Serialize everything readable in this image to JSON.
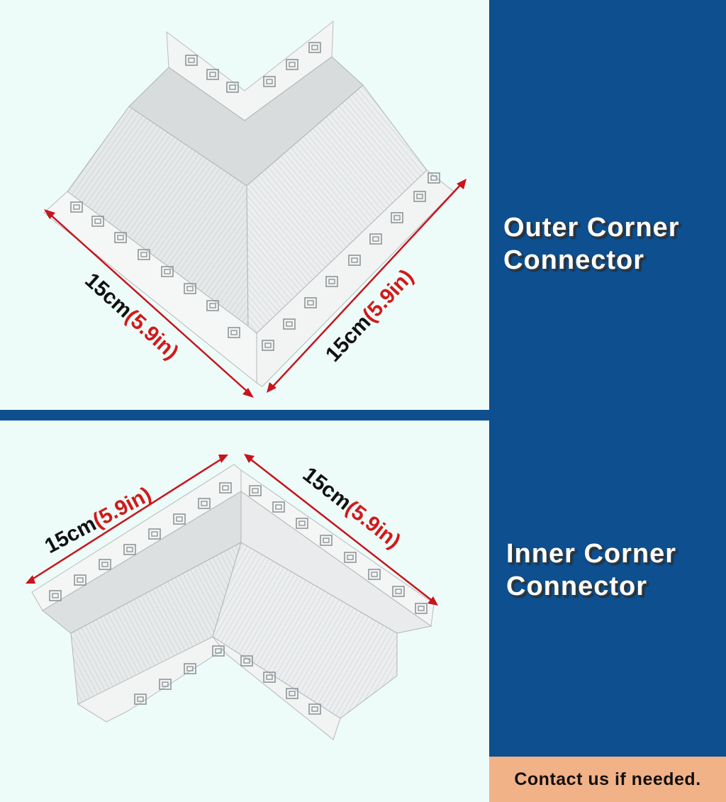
{
  "labels": {
    "outer_line1": "Outer Corner",
    "outer_line2": "Connector",
    "inner_line1": "Inner Corner",
    "inner_line2": "Connector"
  },
  "contact": "Contact us if needed.",
  "dimensions": {
    "metric": "15cm",
    "imperial": "(5.9in)"
  },
  "colors": {
    "sidebar": "#0d4f8f",
    "panel_background": "#eefcf9",
    "contact_background": "#f2b287",
    "dimension_arrow": "#c8141c",
    "dimension_imperial_text": "#d01a1a"
  }
}
